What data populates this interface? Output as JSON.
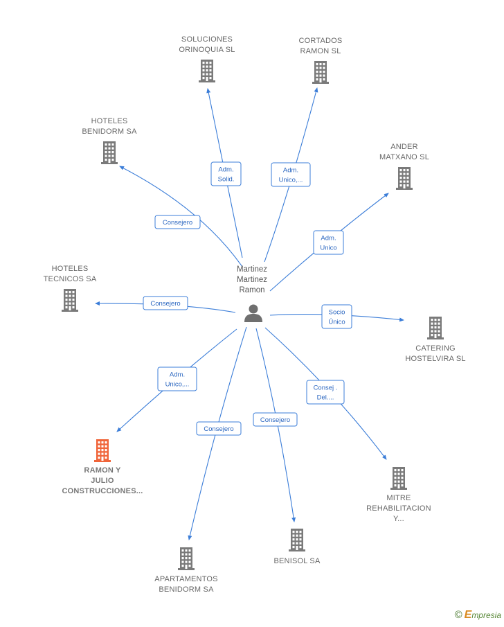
{
  "center": {
    "name_lines": [
      "Martinez",
      "Martinez",
      "Ramon"
    ],
    "icon": "person-icon"
  },
  "companies": [
    {
      "id": "soluciones-orinoquia",
      "lines": [
        "SOLUCIONES",
        "ORINOQUIA SL"
      ],
      "color": "#7a7a7a"
    },
    {
      "id": "cortados-ramon",
      "lines": [
        "CORTADOS",
        "RAMON  SL"
      ],
      "color": "#7a7a7a"
    },
    {
      "id": "hoteles-benidorm",
      "lines": [
        "HOTELES",
        "BENIDORM SA"
      ],
      "color": "#7a7a7a"
    },
    {
      "id": "ander-matxano",
      "lines": [
        "ANDER",
        "MATXANO SL"
      ],
      "color": "#7a7a7a"
    },
    {
      "id": "hoteles-tecnicos",
      "lines": [
        "HOTELES",
        "TECNICOS SA"
      ],
      "color": "#7a7a7a"
    },
    {
      "id": "catering-hostelvira",
      "lines": [
        "CATERING",
        "HOSTELVIRA SL"
      ],
      "color": "#7a7a7a"
    },
    {
      "id": "ramon-y-julio",
      "lines": [
        "RAMON Y",
        "JULIO",
        "CONSTRUCCIONES..."
      ],
      "color": "#f0653a",
      "main": true
    },
    {
      "id": "mitre-rehabilitacion",
      "lines": [
        "MITRE",
        "REHABILITACION",
        "Y..."
      ],
      "color": "#7a7a7a"
    },
    {
      "id": "apartamentos-benidorm",
      "lines": [
        "APARTAMENTOS",
        "BENIDORM SA"
      ],
      "color": "#7a7a7a"
    },
    {
      "id": "benisol",
      "lines": [
        "BENISOL SA"
      ],
      "color": "#7a7a7a"
    }
  ],
  "edges": [
    {
      "to": "soluciones-orinoquia",
      "lines": [
        "Adm.",
        "Solid."
      ]
    },
    {
      "to": "cortados-ramon",
      "lines": [
        "Adm.",
        "Unico,..."
      ]
    },
    {
      "to": "hoteles-benidorm",
      "lines": [
        "Consejero"
      ]
    },
    {
      "to": "ander-matxano",
      "lines": [
        "Adm.",
        "Unico"
      ]
    },
    {
      "to": "hoteles-tecnicos",
      "lines": [
        "Consejero"
      ]
    },
    {
      "to": "catering-hostelvira",
      "lines": [
        "Socio",
        "Único"
      ]
    },
    {
      "to": "ramon-y-julio",
      "lines": [
        "Adm.",
        "Unico,..."
      ]
    },
    {
      "to": "mitre-rehabilitacion",
      "lines": [
        "Consej .",
        "Del...."
      ]
    },
    {
      "to": "apartamentos-benidorm",
      "lines": [
        "Consejero"
      ]
    },
    {
      "to": "benisol",
      "lines": [
        "Consejero"
      ]
    }
  ],
  "brand": {
    "copyright": "©",
    "initial": "E",
    "rest": "mpresia"
  },
  "colors": {
    "edge": "#3b7dd8",
    "edge_text": "#2a66c0",
    "main_company": "#f0653a",
    "company": "#7a7a7a",
    "person": "#6f6f6f"
  }
}
